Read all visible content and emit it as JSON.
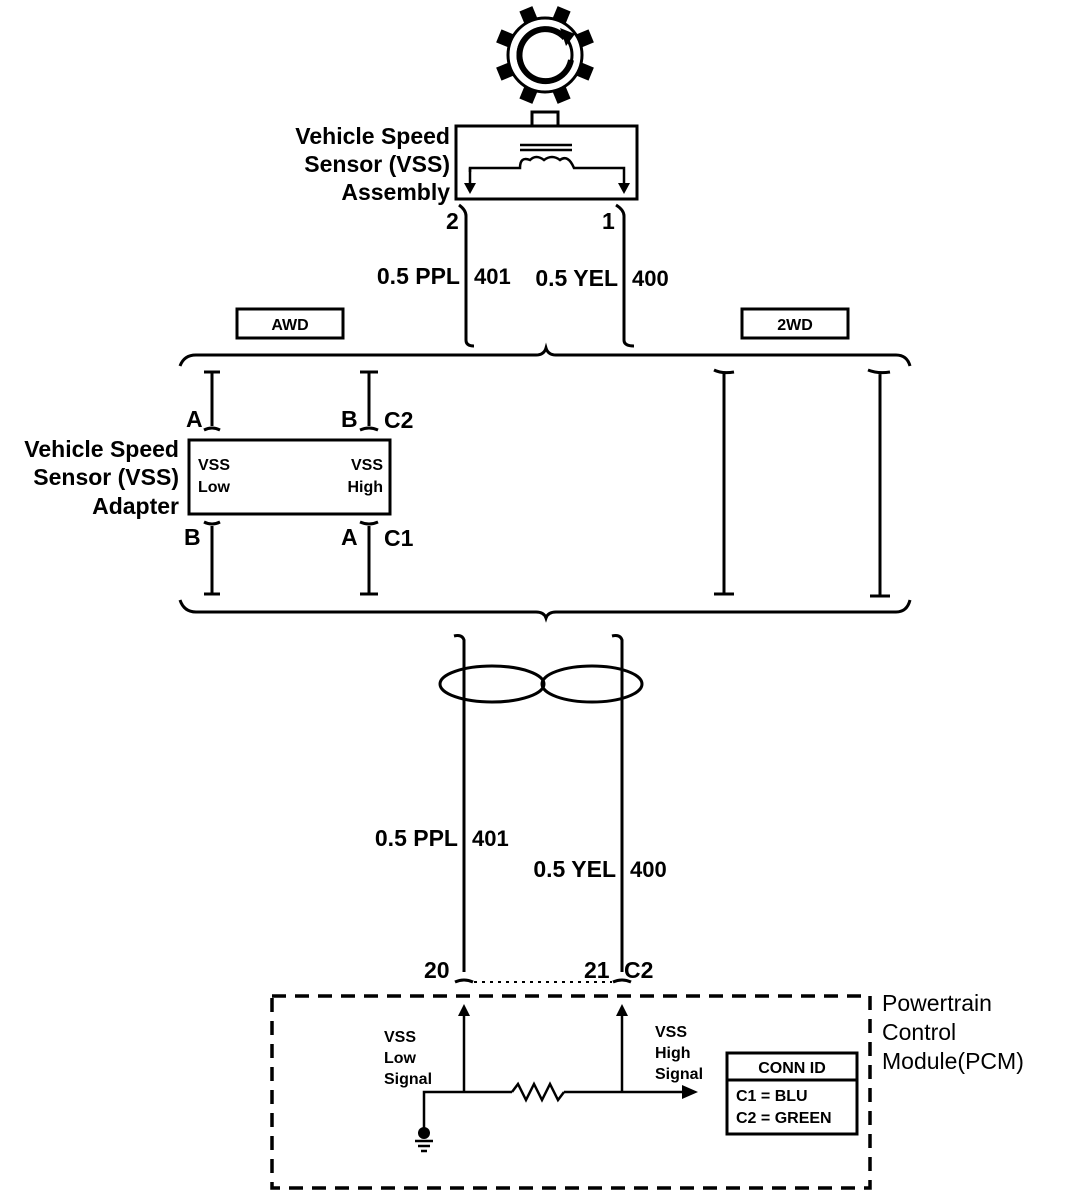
{
  "vss_assembly": {
    "label_lines": [
      "Vehicle Speed",
      "Sensor (VSS)",
      "Assembly"
    ],
    "pin_left": "2",
    "pin_right": "1"
  },
  "wires_upper": {
    "left_gauge_color": "0.5 PPL",
    "left_circuit": "401",
    "right_gauge_color": "0.5 YEL",
    "right_circuit": "400"
  },
  "options": {
    "awd": "AWD",
    "twowd": "2WD"
  },
  "adapter": {
    "label_lines": [
      "Vehicle Speed",
      "Sensor (VSS)",
      "Adapter"
    ],
    "inner_left": [
      "VSS",
      "Low"
    ],
    "inner_right": [
      "VSS",
      "High"
    ],
    "top_pin_left": "A",
    "top_pin_right": "B",
    "top_connector": "C2",
    "bottom_pin_left": "B",
    "bottom_pin_right": "A",
    "bottom_connector": "C1"
  },
  "wires_lower": {
    "left_gauge_color": "0.5 PPL",
    "left_circuit": "401",
    "right_gauge_color": "0.5 YEL",
    "right_circuit": "400"
  },
  "pcm": {
    "label_lines": [
      "Powertrain",
      "Control",
      "Module(PCM)"
    ],
    "pin_left": "20",
    "pin_right": "21",
    "connector": "C2",
    "low_signal": [
      "VSS",
      "Low",
      "Signal"
    ],
    "high_signal": [
      "VSS",
      "High",
      "Signal"
    ],
    "conn_id": {
      "title": "CONN ID",
      "rows": [
        "C1 = BLU",
        "C2 = GREEN"
      ]
    }
  },
  "icons": {
    "sensor_gear": "gear-rotation-icon",
    "ground": "ground-icon",
    "resistor": "resistor-icon",
    "twisted_pair": "twisted-pair-icon"
  }
}
